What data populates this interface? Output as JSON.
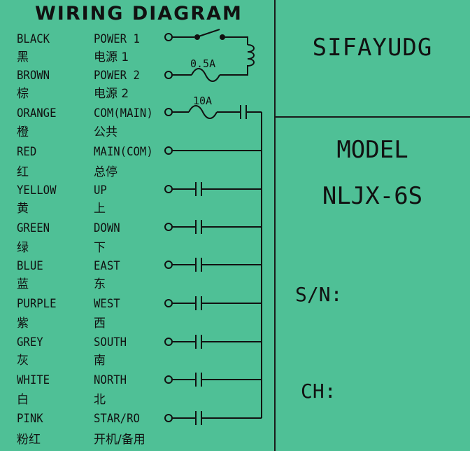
{
  "title": "WIRING DIAGRAM",
  "brand": "SIFAYUDG",
  "model_label": "MODEL",
  "model_value": "NLJX-6S",
  "sn_label": "S/N:",
  "ch_label": "CH:",
  "fuse_small": "0.5A",
  "fuse_large": "10A",
  "rows": [
    {
      "color_en": "BLACK",
      "color_zh": "黑",
      "func_en": "POWER 1",
      "func_zh": "电源 1"
    },
    {
      "color_en": "BROWN",
      "color_zh": "棕",
      "func_en": "POWER 2",
      "func_zh": "电源 2"
    },
    {
      "color_en": "ORANGE",
      "color_zh": "橙",
      "func_en": "COM(MAIN)",
      "func_zh": "公共"
    },
    {
      "color_en": "RED",
      "color_zh": "红",
      "func_en": "MAIN(COM)",
      "func_zh": "总停"
    },
    {
      "color_en": "YELLOW",
      "color_zh": "黄",
      "func_en": "UP",
      "func_zh": "上"
    },
    {
      "color_en": "GREEN",
      "color_zh": "绿",
      "func_en": "DOWN",
      "func_zh": "下"
    },
    {
      "color_en": "BLUE",
      "color_zh": "蓝",
      "func_en": "EAST",
      "func_zh": "东"
    },
    {
      "color_en": "PURPLE",
      "color_zh": "紫",
      "func_en": "WEST",
      "func_zh": "西"
    },
    {
      "color_en": "GREY",
      "color_zh": "灰",
      "func_en": "SOUTH",
      "func_zh": "南"
    },
    {
      "color_en": "WHITE",
      "color_zh": "白",
      "func_en": "NORTH",
      "func_zh": "北"
    },
    {
      "color_en": "PINK",
      "color_zh": "粉红",
      "func_en": "STAR/RO",
      "func_zh": "开机/备用"
    }
  ]
}
